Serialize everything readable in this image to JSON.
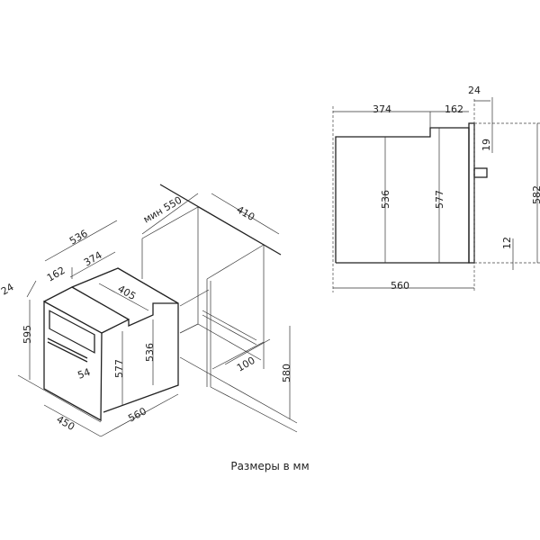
{
  "caption": "Размеры в мм",
  "iso_view": {
    "dims": {
      "d24": "24",
      "d536_top": "536",
      "d162": "162",
      "d374": "374",
      "d405": "405",
      "d595": "595",
      "d536_side": "536",
      "d577": "577",
      "d54": "54",
      "d450": "450",
      "d560": "560",
      "min550": "мин 550",
      "d410": "410",
      "d100": "100",
      "d580": "580"
    }
  },
  "side_view": {
    "dims": {
      "d374": "374",
      "d162": "162",
      "d24": "24",
      "d19": "19",
      "d536": "536",
      "d577": "577",
      "d582": "582",
      "d12": "12",
      "d560": "560"
    }
  }
}
